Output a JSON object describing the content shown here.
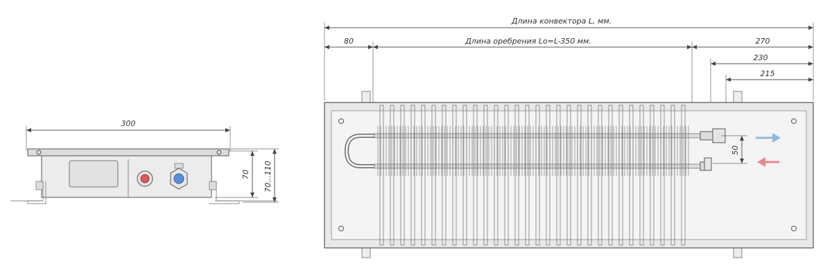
{
  "side_view": {
    "width_label": "300",
    "height_label": "70",
    "height_range_label": "70...110"
  },
  "top_view": {
    "length_label": "Длина конвектора L, мм.",
    "fin_length_label": "Длина оребрения Lo=L-350 мм.",
    "left_offset_label": "80",
    "right_270_label": "270",
    "right_230_label": "230",
    "right_215_label": "215",
    "pipe_spacing_label": "50"
  },
  "colors": {
    "flow_out_arrow": "#8fb8dc",
    "flow_in_arrow": "#e8888a",
    "inlet_red": "#d95a5a",
    "inlet_blue": "#5a8fd9",
    "frame_fill": "#e9e9e9"
  }
}
